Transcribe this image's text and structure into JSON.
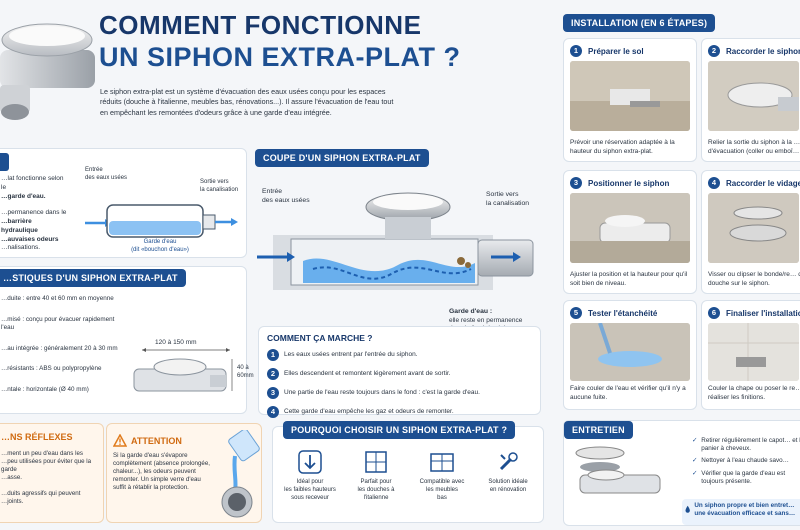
{
  "header": {
    "title_line1": "COMMENT FONCTIONNE",
    "title_line2": "UN SIPHON EXTRA-PLAT ?",
    "intro": "Le siphon extra-plat est un système d'évacuation des eaux usées conçu pour les espaces réduits (douche à l'italienne, meubles bas, rénovations...). Il assure l'évacuation de l'eau tout en empêchant les remontées d'odeurs grâce à une garde d'eau intégrée."
  },
  "principle": {
    "text_lines": [
      "…lat fonctionne selon le",
      "…garde d'eau.",
      "",
      "…permanence dans le",
      "…barrière hydraulique",
      "…auvaises odeurs",
      "…nalisations."
    ],
    "label_in": "Entrée\ndes eaux usées",
    "label_out": "Sortie vers\nla canalisation",
    "label_water": "Garde d'eau\n(dit «bouchon d'eau»)"
  },
  "section_cut": {
    "pill": "COUPE D'UN SIPHON EXTRA-PLAT",
    "label_in": "Entrée\ndes eaux usées",
    "label_out": "Sortie vers\nla canalisation",
    "label_water_title": "Garde d'eau :",
    "label_water_text": "elle reste en permanence\ndans le fond du siphon\net bloque les odeurs."
  },
  "characteristics": {
    "pill": "…STIQUES D'UN SIPHON EXTRA-PLAT",
    "lines": [
      "…duite : entre 40 et 60 mm en moyenne",
      "…misé : conçu pour évacuer rapidement l'eau",
      "…au intégrée : généralement 20 à 30 mm",
      "…résistants : ABS ou polypropylène",
      "…ntale : horizontale (Ø 40 mm)"
    ],
    "dim_width": "120 à 150 mm",
    "dim_height": "40 à\n60mm"
  },
  "how": {
    "title": "COMMENT ÇA MARCHE ?",
    "steps": [
      {
        "n": "1",
        "text": "Les eaux usées entrent par l'entrée du siphon."
      },
      {
        "n": "2",
        "text": "Elles descendent et remontent légèrement avant de sortir."
      },
      {
        "n": "3",
        "text": "Une partie de l'eau reste toujours dans le fond : c'est la garde d'eau."
      },
      {
        "n": "4",
        "text": "Cette garde d'eau empêche les gaz et odeurs de remonter."
      }
    ]
  },
  "reflexes": {
    "title": "…NS RÉFLEXES",
    "lines": [
      "…ment un peu d'eau dans les",
      "…peu utilisées pour éviter que la garde",
      "…asse.",
      "",
      "…duits agressifs qui peuvent",
      "…joints."
    ]
  },
  "attention": {
    "title": "ATTENTION",
    "text": "Si la garde d'eau s'évapore complètement (absence prolongée, chaleur...), les odeurs peuvent remonter. Un simple verre d'eau suffit à rétablir la protection."
  },
  "why": {
    "pill": "POURQUOI CHOISIR UN SIPHON EXTRA-PLAT ?",
    "items": [
      {
        "icon": "down-arrow-icon",
        "text": "Idéal pour\nles faibles hauteurs\nsous receveur"
      },
      {
        "icon": "shower-icon",
        "text": "Parfait pour\nles douches à\nl'italienne"
      },
      {
        "icon": "cabinet-icon",
        "text": "Compatible avec\nles meubles\nbas"
      },
      {
        "icon": "wrench-icon",
        "text": "Solution idéale\nen rénovation"
      }
    ]
  },
  "installation": {
    "pill": "INSTALLATION (EN 6 ÉTAPES)",
    "steps": [
      {
        "n": "1",
        "title": "Préparer le sol",
        "desc": "Prévoir une réservation adaptée à la hauteur du siphon extra-plat."
      },
      {
        "n": "2",
        "title": "Raccorder le siphon",
        "desc": "Relier la sortie du siphon à la … d'évacuation (coller ou emboî…"
      },
      {
        "n": "3",
        "title": "Positionner le siphon",
        "desc": "Ajuster la position et la hauteur pour qu'il soit bien de niveau."
      },
      {
        "n": "4",
        "title": "Raccorder le vidage",
        "desc": "Visser ou clipser le bonde/re… de douche sur le siphon."
      },
      {
        "n": "5",
        "title": "Tester l'étanchéité",
        "desc": "Faire couler de l'eau et vérifier qu'il n'y a aucune fuite."
      },
      {
        "n": "6",
        "title": "Finaliser l'installation",
        "desc": "Couler la chape ou poser le re… et réaliser les finitions."
      }
    ]
  },
  "maintenance": {
    "pill": "ENTRETIEN",
    "items": [
      "Retirer régulièrement le capot… et le panier à cheveux.",
      "Nettoyer à l'eau chaude savo…",
      "Vérifier que la garde d'eau est toujours présente."
    ],
    "footer": "Un siphon propre et bien entret… une évacuation efficace et sans…"
  },
  "colors": {
    "primary": "#1d4f91",
    "water": "#3d8fe0",
    "attention": "#e07b1c"
  }
}
